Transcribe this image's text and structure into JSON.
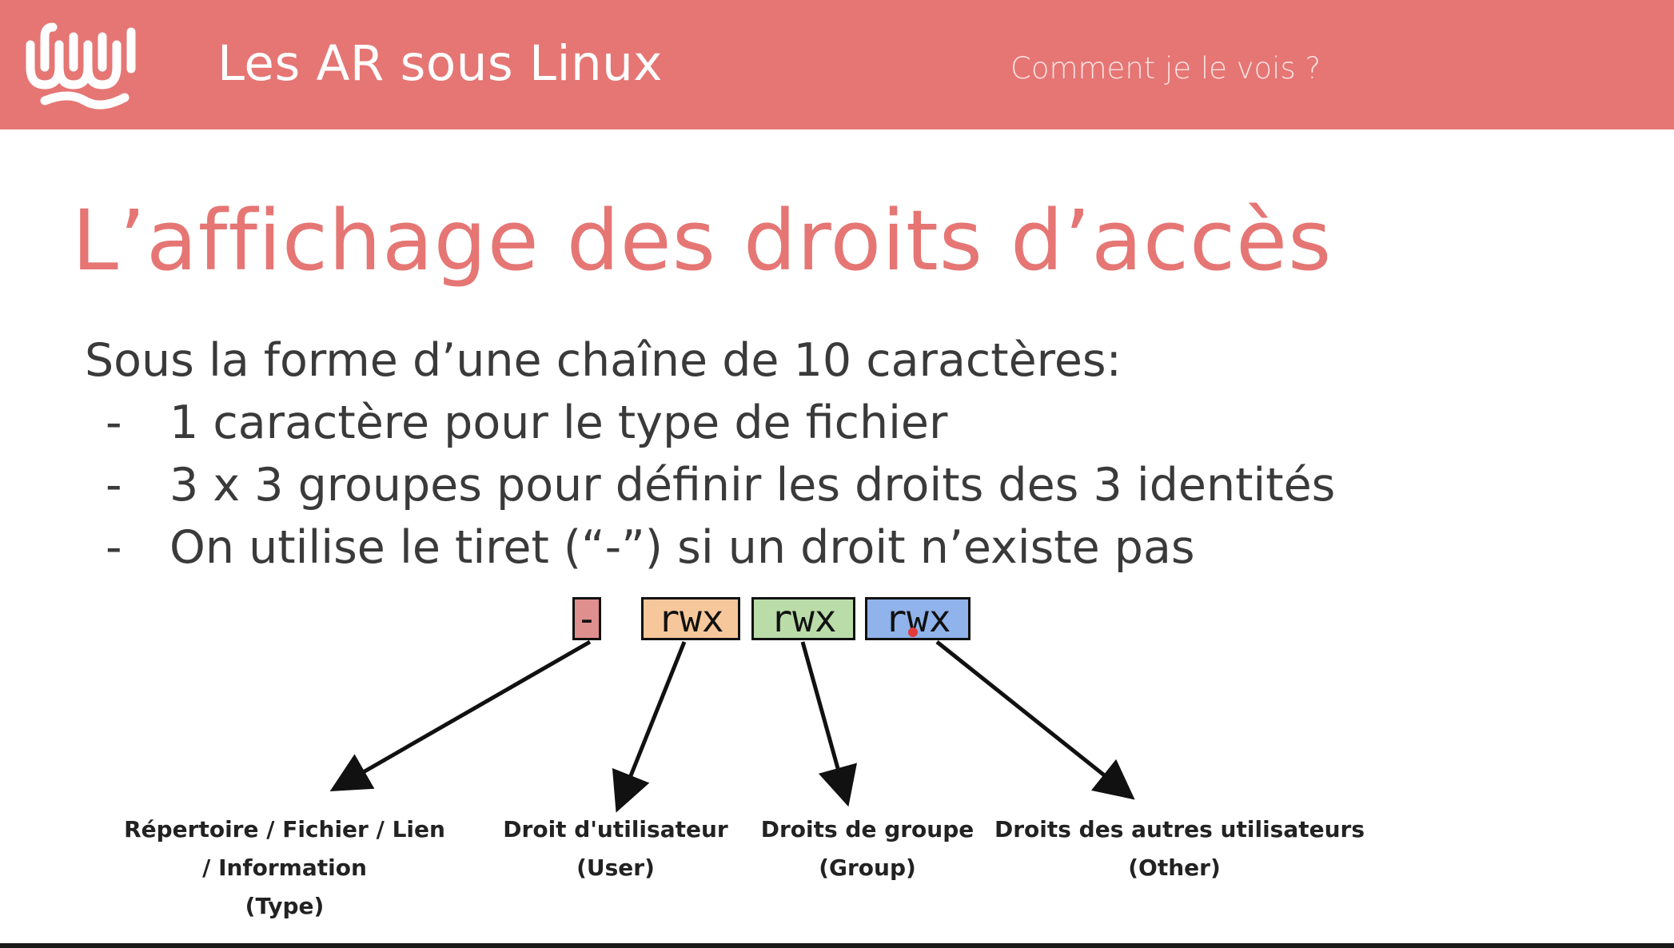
{
  "header": {
    "title": "Les AR sous Linux",
    "subtitle": "Comment je le vois ?",
    "color": "#e57674"
  },
  "slide": {
    "title": "L’affichage des droits d’accès",
    "intro": "Sous la forme d’une chaîne de 10 caractères:",
    "bullets": [
      {
        "dash": "-",
        "text": "1 caractère pour le type de fichier"
      },
      {
        "dash": "-",
        "text": "3 x 3 groupes pour définir les droits des 3 identités"
      },
      {
        "dash": "-",
        "text": "On utilise le tiret (“-”) si un droit n’existe pas"
      }
    ]
  },
  "diagram": {
    "boxes": [
      {
        "text": "-",
        "color": "#e08f8f"
      },
      {
        "text": "rwx",
        "color": "#f6c79b"
      },
      {
        "text": "rwx",
        "color": "#b9dca8"
      },
      {
        "text": "rwx",
        "color": "#8fb3ea"
      }
    ],
    "labels": [
      {
        "line1": "Répertoire / Fichier / Lien",
        "line2": "/ Information",
        "line3": "(Type)"
      },
      {
        "line1": "Droit d'utilisateur",
        "line2": "(User)"
      },
      {
        "line1": "Droits de groupe",
        "line2": "(Group)"
      },
      {
        "line1": "Droits des autres utilisateurs",
        "line2": "(Other)"
      }
    ]
  }
}
